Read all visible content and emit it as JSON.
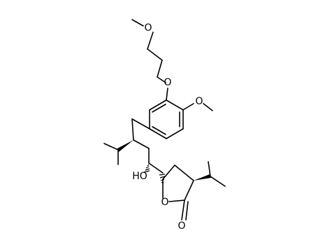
{
  "molecule": {
    "atoms": {
      "o_methoxypropyl_terminal": "O",
      "o_aryl_ether": "O",
      "o_aryl_methoxy": "O",
      "hydroxyl": "HO",
      "o_lactone_ring": "O",
      "o_carbonyl": "O"
    },
    "colors": {
      "bond": "#000000",
      "background": "#ffffff"
    }
  }
}
